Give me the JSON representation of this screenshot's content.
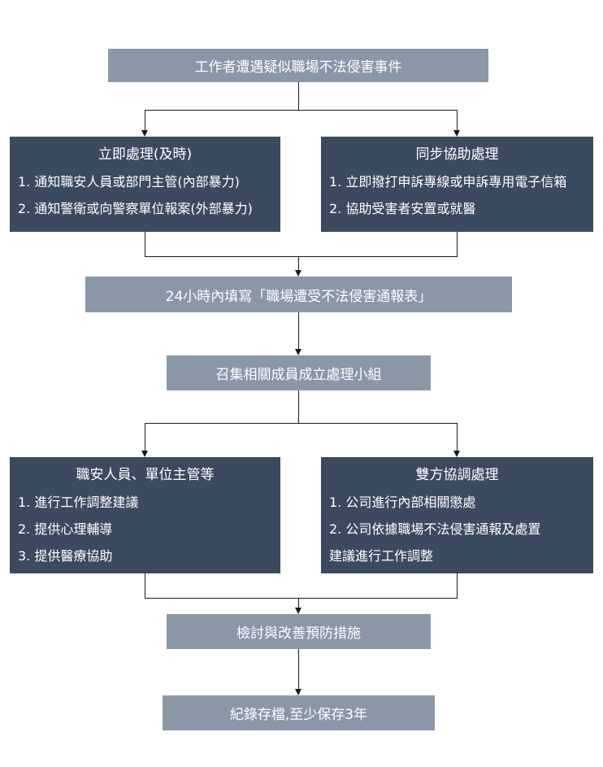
{
  "colors": {
    "gray_box": "#8a97a6",
    "dark_box": "#3b4a5f",
    "line_color": "#1a1a1a",
    "text_color": "#ffffff"
  },
  "flow": {
    "start": "工作者遭遇疑似職場不法侵害事件",
    "immediate": {
      "title": "立即處理(及時)",
      "items": [
        "1. 通知職安人員或部門主管(內部暴力)",
        "2. 通知警衛或向警察單位報案(外部暴力)"
      ]
    },
    "sync_assist": {
      "title": "同步協助處理",
      "items": [
        "1. 立即撥打申訴專線或申訴專用電子信箱",
        "2. 協助受害者安置或就醫"
      ]
    },
    "report": "24小時內填寫「職場遭受不法侵害通報表」",
    "team": "召集相關成員成立處理小組",
    "staff": {
      "title": "職安人員、單位主管等",
      "items": [
        "1. 進行工作調整建議",
        "2. 提供心理輔導",
        "3. 提供醫療協助"
      ]
    },
    "coordination": {
      "title": "雙方協調處理",
      "items": [
        "1. 公司進行內部相關懲處",
        "2. 公司依據職場不法侵害通報及處置",
        "建議進行工作調整"
      ]
    },
    "review": "檢討與改善預防措施",
    "archive": "紀錄存檔,至少保存3年"
  }
}
